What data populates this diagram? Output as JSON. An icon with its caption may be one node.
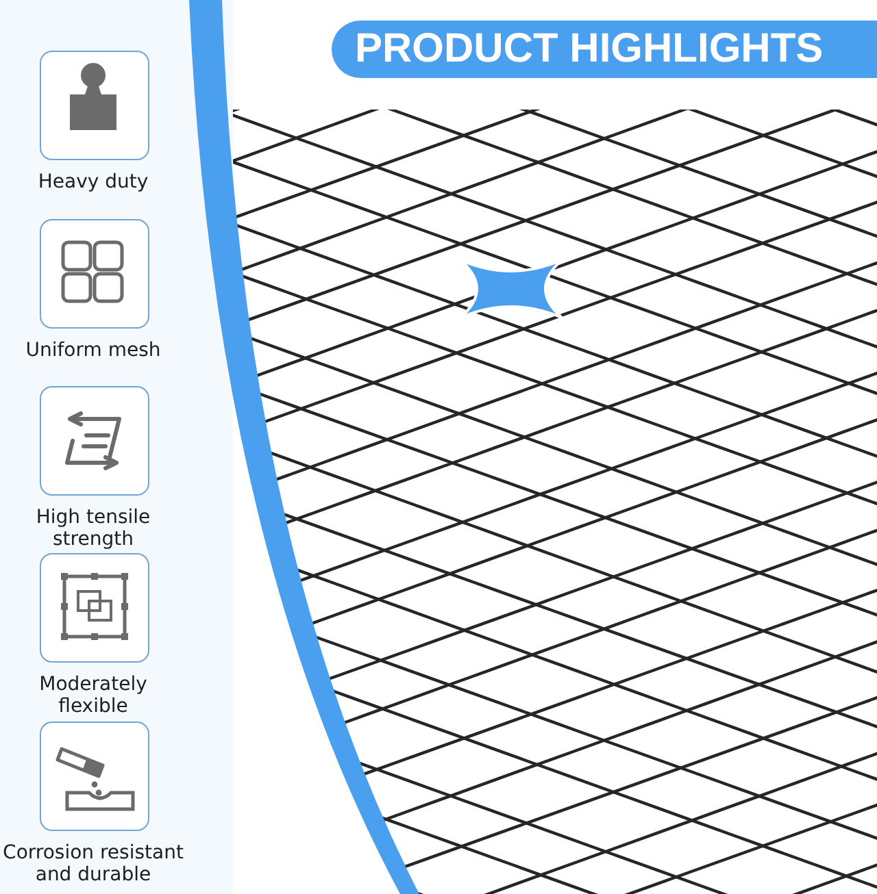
{
  "diagram": {
    "title": "PRODUCT HIGHLIGHTS",
    "nodes": [
      {
        "text": [
          "Heavy duty"
        ]
      },
      {
        "text": [
          "Uniform mesh"
        ]
      },
      {
        "text": [
          "High tensile strength"
        ]
      },
      {
        "text": [
          "Moderately flexible"
        ]
      },
      {
        "text": [
          "Corrosion resistant and durable"
        ]
      }
    ]
  }
}
